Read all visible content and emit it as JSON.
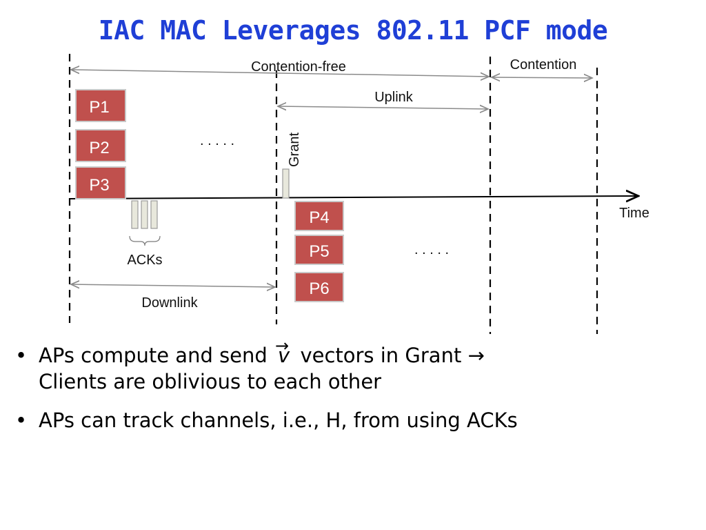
{
  "title": "IAC MAC Leverages 802.11 PCF mode",
  "diagram": {
    "contention_free_label": "Contention-free",
    "contention_label": "Contention",
    "uplink_label": "Uplink",
    "downlink_label": "Downlink",
    "time_label": "Time",
    "grant_label": "Grant",
    "acks_label": "ACKs",
    "ellipsis": ". . . . .",
    "packets": [
      "P1",
      "P2",
      "P3",
      "P4",
      "P5",
      "P6"
    ],
    "colors": {
      "packet_fill": "#c0504d",
      "packet_stroke": "#c9c9c9",
      "ack_fill": "#e8e8dc",
      "arrow": "#8a8a8a"
    }
  },
  "bullets": {
    "b1_before": "APs compute and send",
    "b1_vector": "v",
    "b1_after": "vectors in Grant",
    "b1_arrow": "→",
    "b1_line2": "Clients are oblivious to each other",
    "b2": "APs can track channels, i.e., H, from using ACKs"
  }
}
